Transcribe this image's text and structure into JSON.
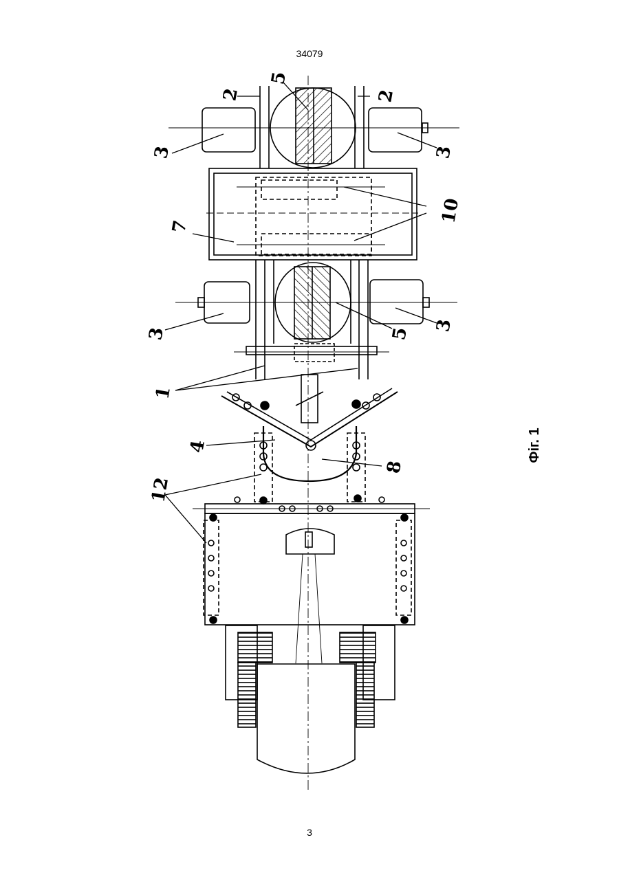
{
  "header": {
    "page_code": "34079"
  },
  "footer": {
    "page_number": "3"
  },
  "figure": {
    "caption": "Фіг. 1"
  },
  "callouts": [
    "2",
    "5",
    "2",
    "3",
    "3",
    "7",
    "10",
    "3",
    "5",
    "3",
    "1",
    "4",
    "8",
    "12"
  ]
}
